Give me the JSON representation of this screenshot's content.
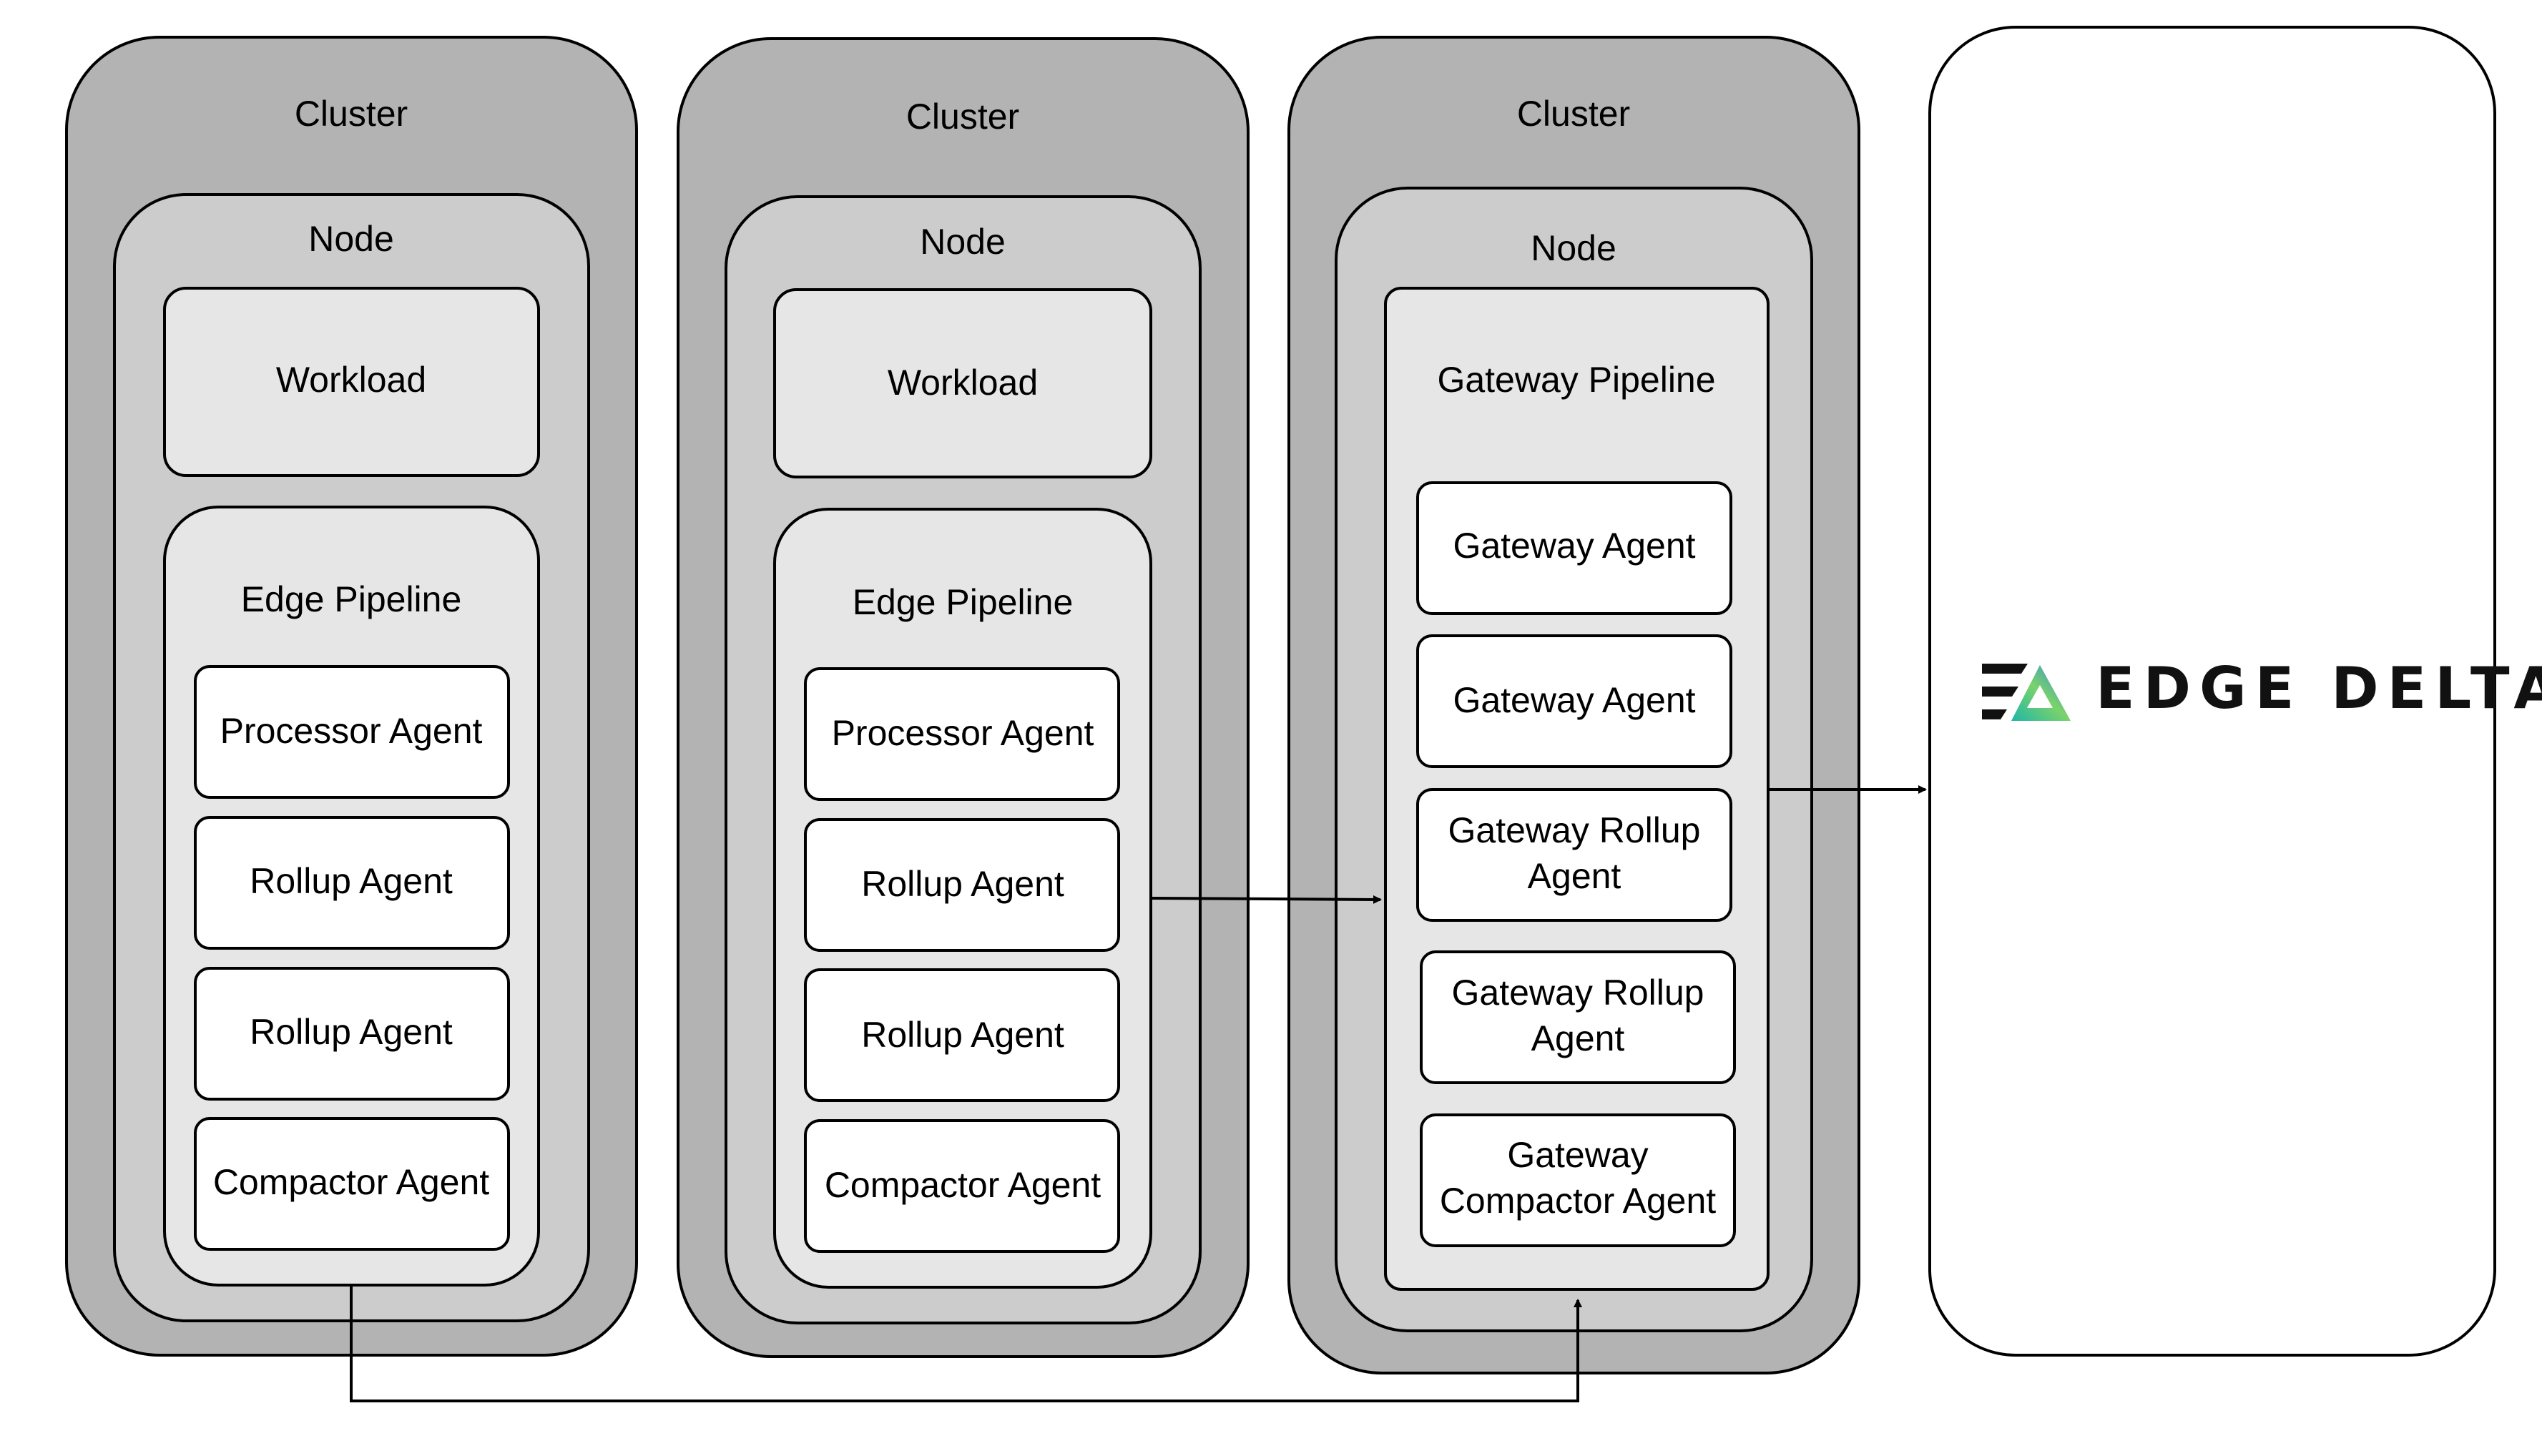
{
  "colors": {
    "cluster_fill": "#b3b3b3",
    "node_fill": "#cccccc",
    "pipeline_fill": "#e6e6e6",
    "agent_fill": "#ffffff",
    "stroke": "#000000",
    "logo_gradient": [
      "#1fb5a8",
      "#7ad36a",
      "#2f86e0"
    ]
  },
  "clusters": [
    {
      "label": "Cluster",
      "node": {
        "label": "Node",
        "workload": "Workload",
        "pipeline": {
          "label": "Edge Pipeline",
          "agents": [
            "Processor Agent",
            "Rollup Agent",
            "Rollup Agent",
            "Compactor Agent"
          ]
        }
      }
    },
    {
      "label": "Cluster",
      "node": {
        "label": "Node",
        "workload": "Workload",
        "pipeline": {
          "label": "Edge Pipeline",
          "agents": [
            "Processor Agent",
            "Rollup Agent",
            "Rollup Agent",
            "Compactor Agent"
          ]
        }
      }
    },
    {
      "label": "Cluster",
      "node": {
        "label": "Node",
        "pipeline": {
          "label": "Gateway Pipeline",
          "agents": [
            [
              "Gateway Agent"
            ],
            [
              "Gateway Agent"
            ],
            [
              "Gateway Rollup",
              "Agent"
            ],
            [
              "Gateway Rollup",
              "Agent"
            ],
            [
              "Gateway",
              "Compactor Agent"
            ]
          ]
        }
      }
    }
  ],
  "destination": {
    "logo_text": "EDGE DELTA",
    "logo_icon": "edge-delta-logo-icon"
  }
}
